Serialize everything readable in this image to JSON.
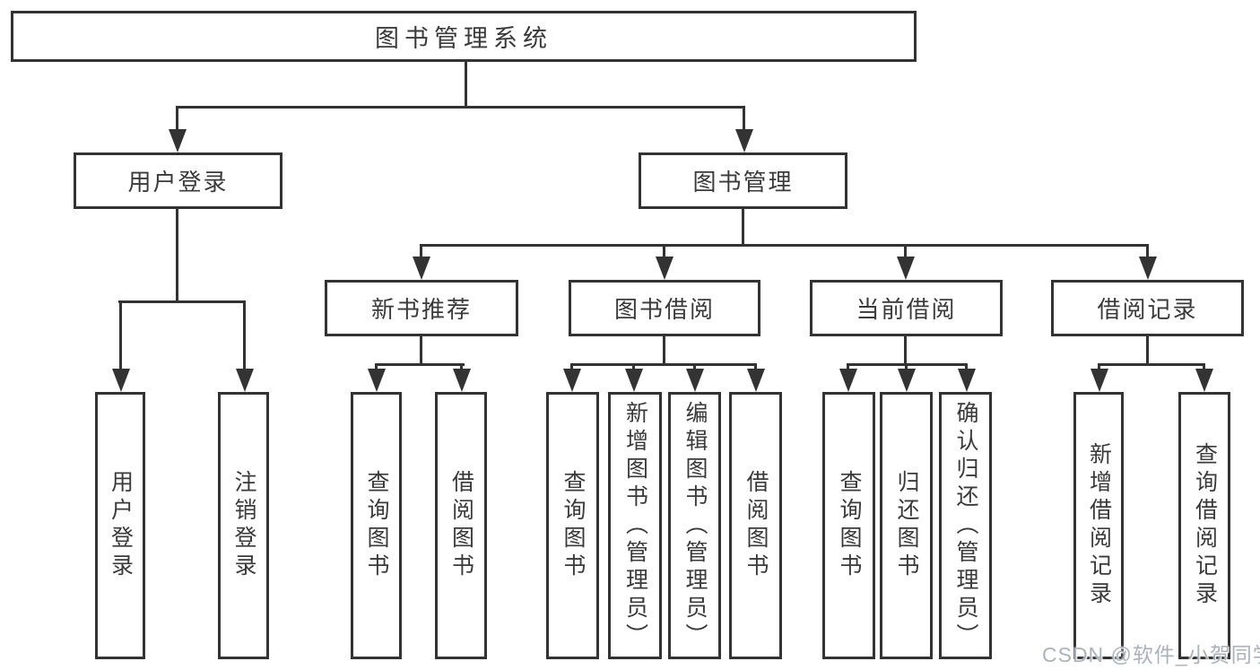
{
  "diagram": {
    "title": "图书管理系统",
    "level2": [
      {
        "label": "用户登录",
        "children": [
          "用户登录",
          "注销登录"
        ]
      },
      {
        "label": "图书管理",
        "children": [
          {
            "label": "新书推荐",
            "children": [
              "查询图书",
              "借阅图书"
            ]
          },
          {
            "label": "图书借阅",
            "children": [
              "查询图书",
              "新增图书（管理员）",
              "编辑图书（管理员）",
              "借阅图书"
            ]
          },
          {
            "label": "当前借阅",
            "children": [
              "查询图书",
              "归还图书",
              "确认归还（管理员）"
            ]
          },
          {
            "label": "借阅记录",
            "children": [
              "新增借阅记录",
              "查询借阅记录"
            ]
          }
        ]
      }
    ]
  },
  "watermark": "CSDN @软件_小贺同学",
  "colors": {
    "line": "#333333",
    "text": "#3a3a3a",
    "background": "#ffffff",
    "watermark": "#a8aeb6"
  }
}
